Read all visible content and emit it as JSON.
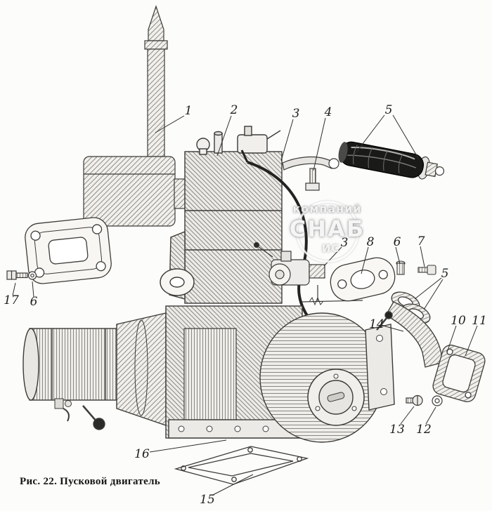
{
  "figure": {
    "caption": "Рис. 22. Пусковой двигатель"
  },
  "watermark": {
    "line1": "компаний",
    "line2": "СНАБ",
    "line3": "ИС"
  },
  "colors": {
    "paper": "#fcfcfa",
    "ink": "#2e2e2c",
    "grip": "#1a1a19"
  },
  "callouts": [
    {
      "label": "1"
    },
    {
      "label": "2"
    },
    {
      "label": "3"
    },
    {
      "label": "4"
    },
    {
      "label": "5"
    },
    {
      "label": "3"
    },
    {
      "label": "8"
    },
    {
      "label": "6"
    },
    {
      "label": "7"
    },
    {
      "label": "5"
    },
    {
      "label": "14"
    },
    {
      "label": "10"
    },
    {
      "label": "11"
    },
    {
      "label": "13"
    },
    {
      "label": "12"
    },
    {
      "label": "16"
    },
    {
      "label": "15"
    },
    {
      "label": "17"
    },
    {
      "label": "6"
    }
  ]
}
